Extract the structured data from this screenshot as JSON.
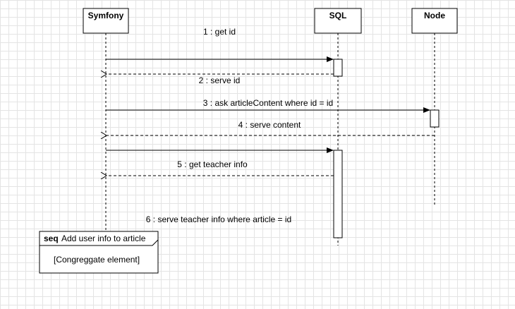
{
  "participants": [
    {
      "id": "symfony",
      "label": "Symfony"
    },
    {
      "id": "sql",
      "label": "SQL"
    },
    {
      "id": "node",
      "label": "Node"
    }
  ],
  "messages": [
    {
      "n": 1,
      "label": "1 : get id",
      "from": "symfony",
      "to": "sql",
      "style": "solid"
    },
    {
      "n": 2,
      "label": "2 : serve id",
      "from": "sql",
      "to": "symfony",
      "style": "dashed"
    },
    {
      "n": 3,
      "label": "3 : ask articleContent where id = id",
      "from": "symfony",
      "to": "node",
      "style": "solid"
    },
    {
      "n": 4,
      "label": "4 : serve content",
      "from": "node",
      "to": "symfony",
      "style": "dashed"
    },
    {
      "n": 5,
      "label": "5 : get teacher info",
      "from": "symfony",
      "to": "sql",
      "style": "solid"
    },
    {
      "n": 5.5,
      "label": "",
      "from": "sql",
      "to": "symfony",
      "style": "dashed"
    },
    {
      "n": 6,
      "label": "6 : serve teacher info where article = id",
      "from": "sql",
      "to": "symfony",
      "style": "none"
    }
  ],
  "fragment": {
    "keyword": "seq",
    "title": "Add user info to article",
    "guard": "[Congreggate element]"
  },
  "colors": {
    "line": "#000000",
    "grid": "#e4e4e4",
    "fill": "#ffffff"
  }
}
